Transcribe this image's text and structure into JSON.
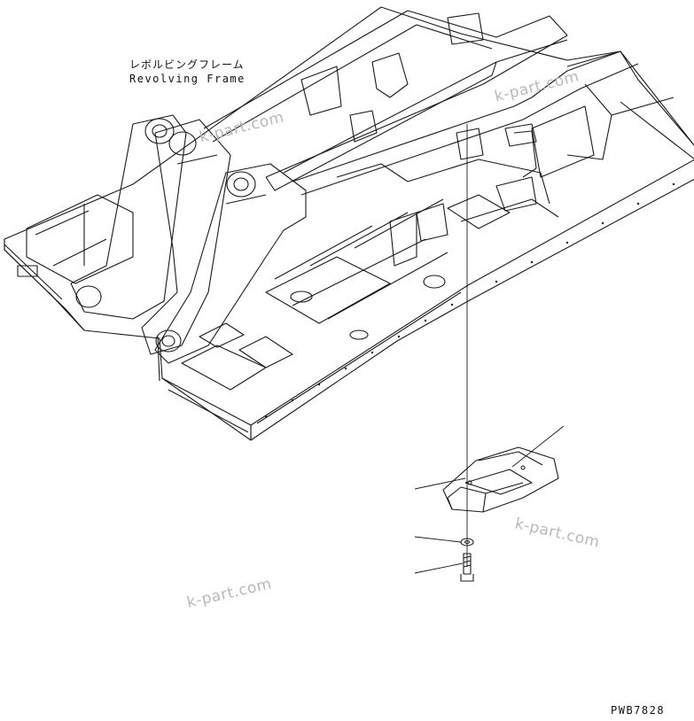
{
  "labels": {
    "frame_name_jp": "レボルビングフレーム",
    "frame_name_en": "Revolving Frame",
    "drawing_number": "PWB7828"
  },
  "watermarks": [
    "k-part.com",
    "k-part.com",
    "k-part.com",
    "k-part.com"
  ],
  "colors": {
    "line": "#1a1a1a",
    "watermark": "#b9b9b9",
    "background": "#ffffff"
  }
}
